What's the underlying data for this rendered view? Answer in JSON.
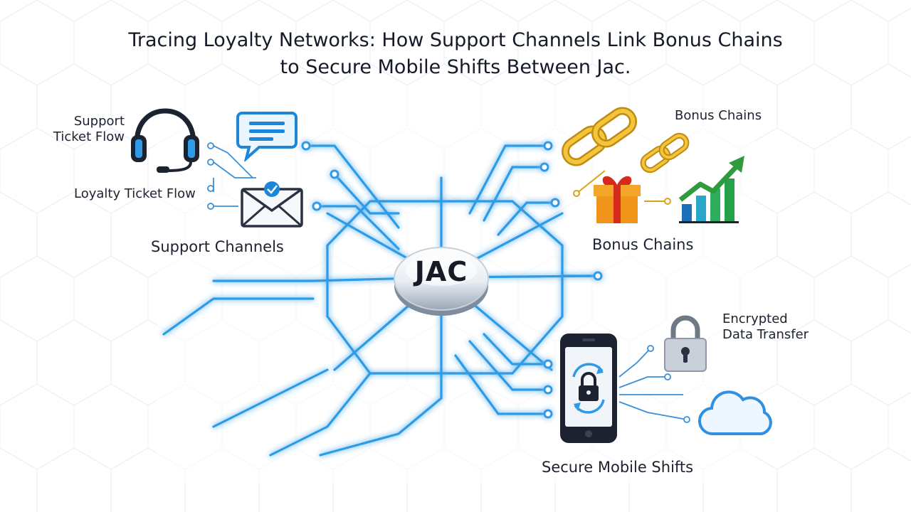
{
  "title": {
    "line1": "Tracing Loyalty Networks: How Support Channels Link Bonus Chains",
    "line2": "to Secure Mobile Shifts Between Jac."
  },
  "hub": {
    "label": "JAC"
  },
  "support": {
    "ticket_flow_line1": "Support",
    "ticket_flow_line2": "Ticket Flow",
    "loyalty_ticket_flow": "Loyalty Ticket Flow",
    "section_title": "Support Channels",
    "icons": [
      "headset-icon",
      "chat-bubble-icon",
      "envelope-icon"
    ]
  },
  "bonus": {
    "label_top": "Bonus Chains",
    "section_title": "Bonus Chains",
    "icons": [
      "chain-link-icon",
      "gift-box-icon",
      "growth-chart-icon"
    ]
  },
  "secure": {
    "encrypted_line1": "Encrypted",
    "encrypted_line2": "Data Transfer",
    "section_title": "Secure Mobile Shifts",
    "icons": [
      "smartphone-lock-icon",
      "padlock-icon",
      "cloud-icon"
    ]
  },
  "colors": {
    "network": "#2f9be6",
    "network_glow": "#8fd0ff",
    "connector": "#3a8fd6",
    "gold": "#d9a21a",
    "text": "#1d2230"
  }
}
